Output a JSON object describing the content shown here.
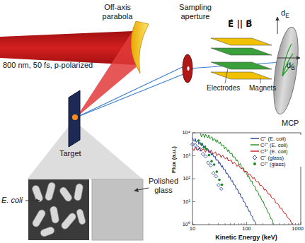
{
  "diagram": {
    "labels": [
      "Off-axis parabola",
      "Sampling aperture",
      "800 nm, 50 fs, p-polarized",
      "E⃗ || B⃗",
      "Electrodes",
      "Magnets",
      "MCP",
      "dE",
      "dB",
      "Target",
      "E. coli",
      "Polished glass",
      "Flux (a.u.)",
      "Kinetic Energy (keV)",
      "10⁴",
      "10³",
      "10²",
      "10¹",
      "10⁰",
      "10",
      "100",
      "1000"
    ],
    "legend": [
      {
        "text": "C⁺ (E. coli)"
      },
      {
        "text": "C²⁺ (E. coli)"
      },
      {
        "text": "C³⁺ (E. coli)"
      },
      {
        "text": "C⁺ (glass)"
      },
      {
        "text": "C²⁺ (glass)"
      }
    ]
  }
}
